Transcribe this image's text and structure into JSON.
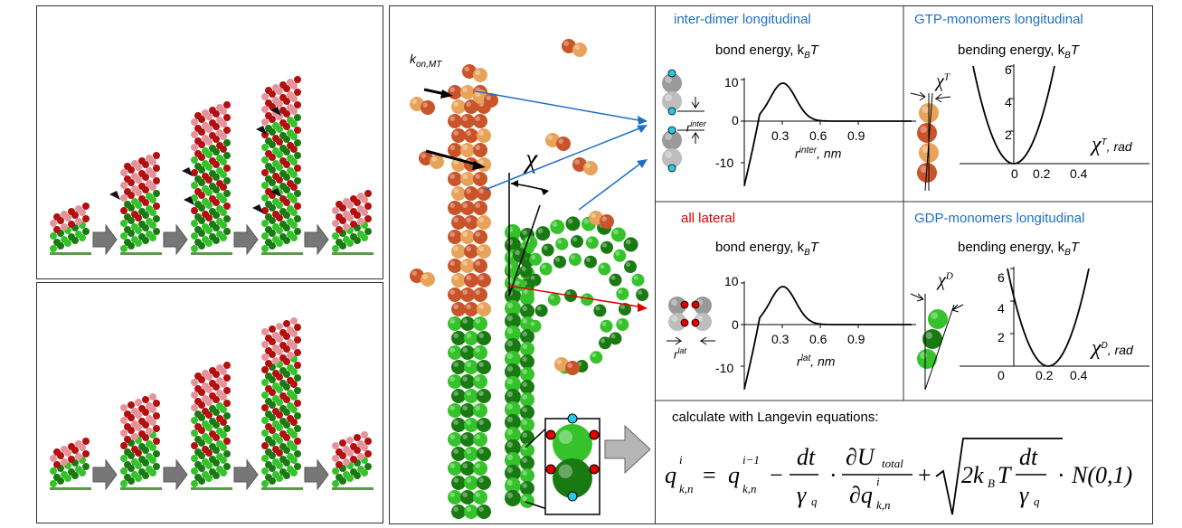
{
  "center": {
    "k_on": "k",
    "k_on_sub": "on,MT",
    "chi": "χ"
  },
  "panels": {
    "inter": {
      "title": "inter-dimer longitudinal",
      "subtitle": "bond energy, k",
      "sub_B": "B",
      "sub_T": "T",
      "r_label": "r",
      "r_sup": "inter",
      "xaxis_label": "r",
      "xaxis_sup": "inter",
      "xaxis_unit": ", nm",
      "yticks": [
        "10",
        "0",
        "-10"
      ],
      "xticks": [
        "0.3",
        "0.6",
        "0.9"
      ]
    },
    "gtp": {
      "title": "GTP-monomers longitudinal",
      "subtitle": "bending energy, k",
      "sub_B": "B",
      "sub_T": "T",
      "chi_label": "χ",
      "chi_sup": "T",
      "xaxis_chi": "χ",
      "xaxis_sup": "T",
      "xaxis_unit": ", rad",
      "yticks": [
        "6",
        "4",
        "2"
      ],
      "xticks": [
        "0",
        "0.2",
        "0.4"
      ]
    },
    "lat": {
      "title": "all lateral",
      "subtitle": "bond energy, k",
      "sub_B": "B",
      "sub_T": "T",
      "r_label": "r",
      "r_sup": "lat",
      "xaxis_label": "r",
      "xaxis_sup": "lat",
      "xaxis_unit": ", nm",
      "yticks": [
        "10",
        "0",
        "-10"
      ],
      "xticks": [
        "0.3",
        "0.6",
        "0.9"
      ]
    },
    "gdp": {
      "title": "GDP-monomers longitudinal",
      "subtitle": "bending energy, k",
      "sub_B": "B",
      "sub_T": "T",
      "chi_label": "χ",
      "chi_sup": "D",
      "xaxis_chi": "χ",
      "xaxis_sup": "D",
      "xaxis_unit": ", rad",
      "yticks": [
        "6",
        "4",
        "2"
      ],
      "xticks": [
        "0",
        "0.2",
        "0.4"
      ]
    }
  },
  "equation": {
    "caption": "calculate with Langevin equations:",
    "q": "q",
    "sup_i": "i",
    "sup_i1": "i−1",
    "sub_kn": "k,n",
    "minus": "−",
    "dt": "dt",
    "gamma": "γ",
    "sub_q": "q",
    "dot": "·",
    "partial_U": "∂U",
    "sub_total": "total",
    "partial_q": "∂q",
    "plus": "+",
    "two_kB": "2k",
    "sub_B": "B",
    "T": "T",
    "normal": "N(0,1)"
  },
  "colors": {
    "dark_red": "#b30f0f",
    "light_red": "#e5939b",
    "orange": "#e8a35b",
    "dark_orange": "#c9542a",
    "dark_green": "#1a7a12",
    "bright_green": "#35c22b",
    "arrow_blue": "#1f6fc4",
    "arrow_red": "#e00000",
    "cyan": "#29c8e8"
  }
}
